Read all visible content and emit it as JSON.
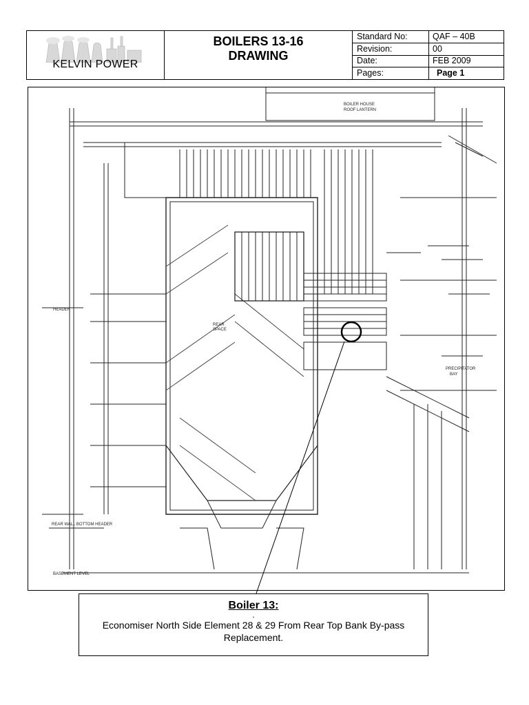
{
  "header": {
    "company": "KELVIN POWER",
    "title_line1": "BOILERS 13-16",
    "title_line2": "DRAWING",
    "meta": [
      {
        "label": "Standard  No:",
        "value": "QAF – 40B",
        "bold": false
      },
      {
        "label": "Revision:",
        "value": "00",
        "bold": false
      },
      {
        "label": "Date:",
        "value": "FEB 2009",
        "bold": false
      },
      {
        "label": "Pages:",
        "value": "Page 1",
        "bold": true
      }
    ]
  },
  "drawing": {
    "labels": {
      "roof": "BOILER HOUSE",
      "roof2": "ROOF LANTERN",
      "rear_space": "REAR",
      "rear_space2": "SPACE",
      "header_left": "HEADER",
      "basement": "BASEMENT LEVEL",
      "rear_wall": "REAR WALL BOTTOM HEADER",
      "precipitator": "PRECIPITATOR",
      "precipitator2": "BAY"
    }
  },
  "caption": {
    "title": "Boiler 13:",
    "dot": ".",
    "text": "Economiser North Side Element 28 & 29 From Rear Top Bank By-pass Replacement."
  }
}
